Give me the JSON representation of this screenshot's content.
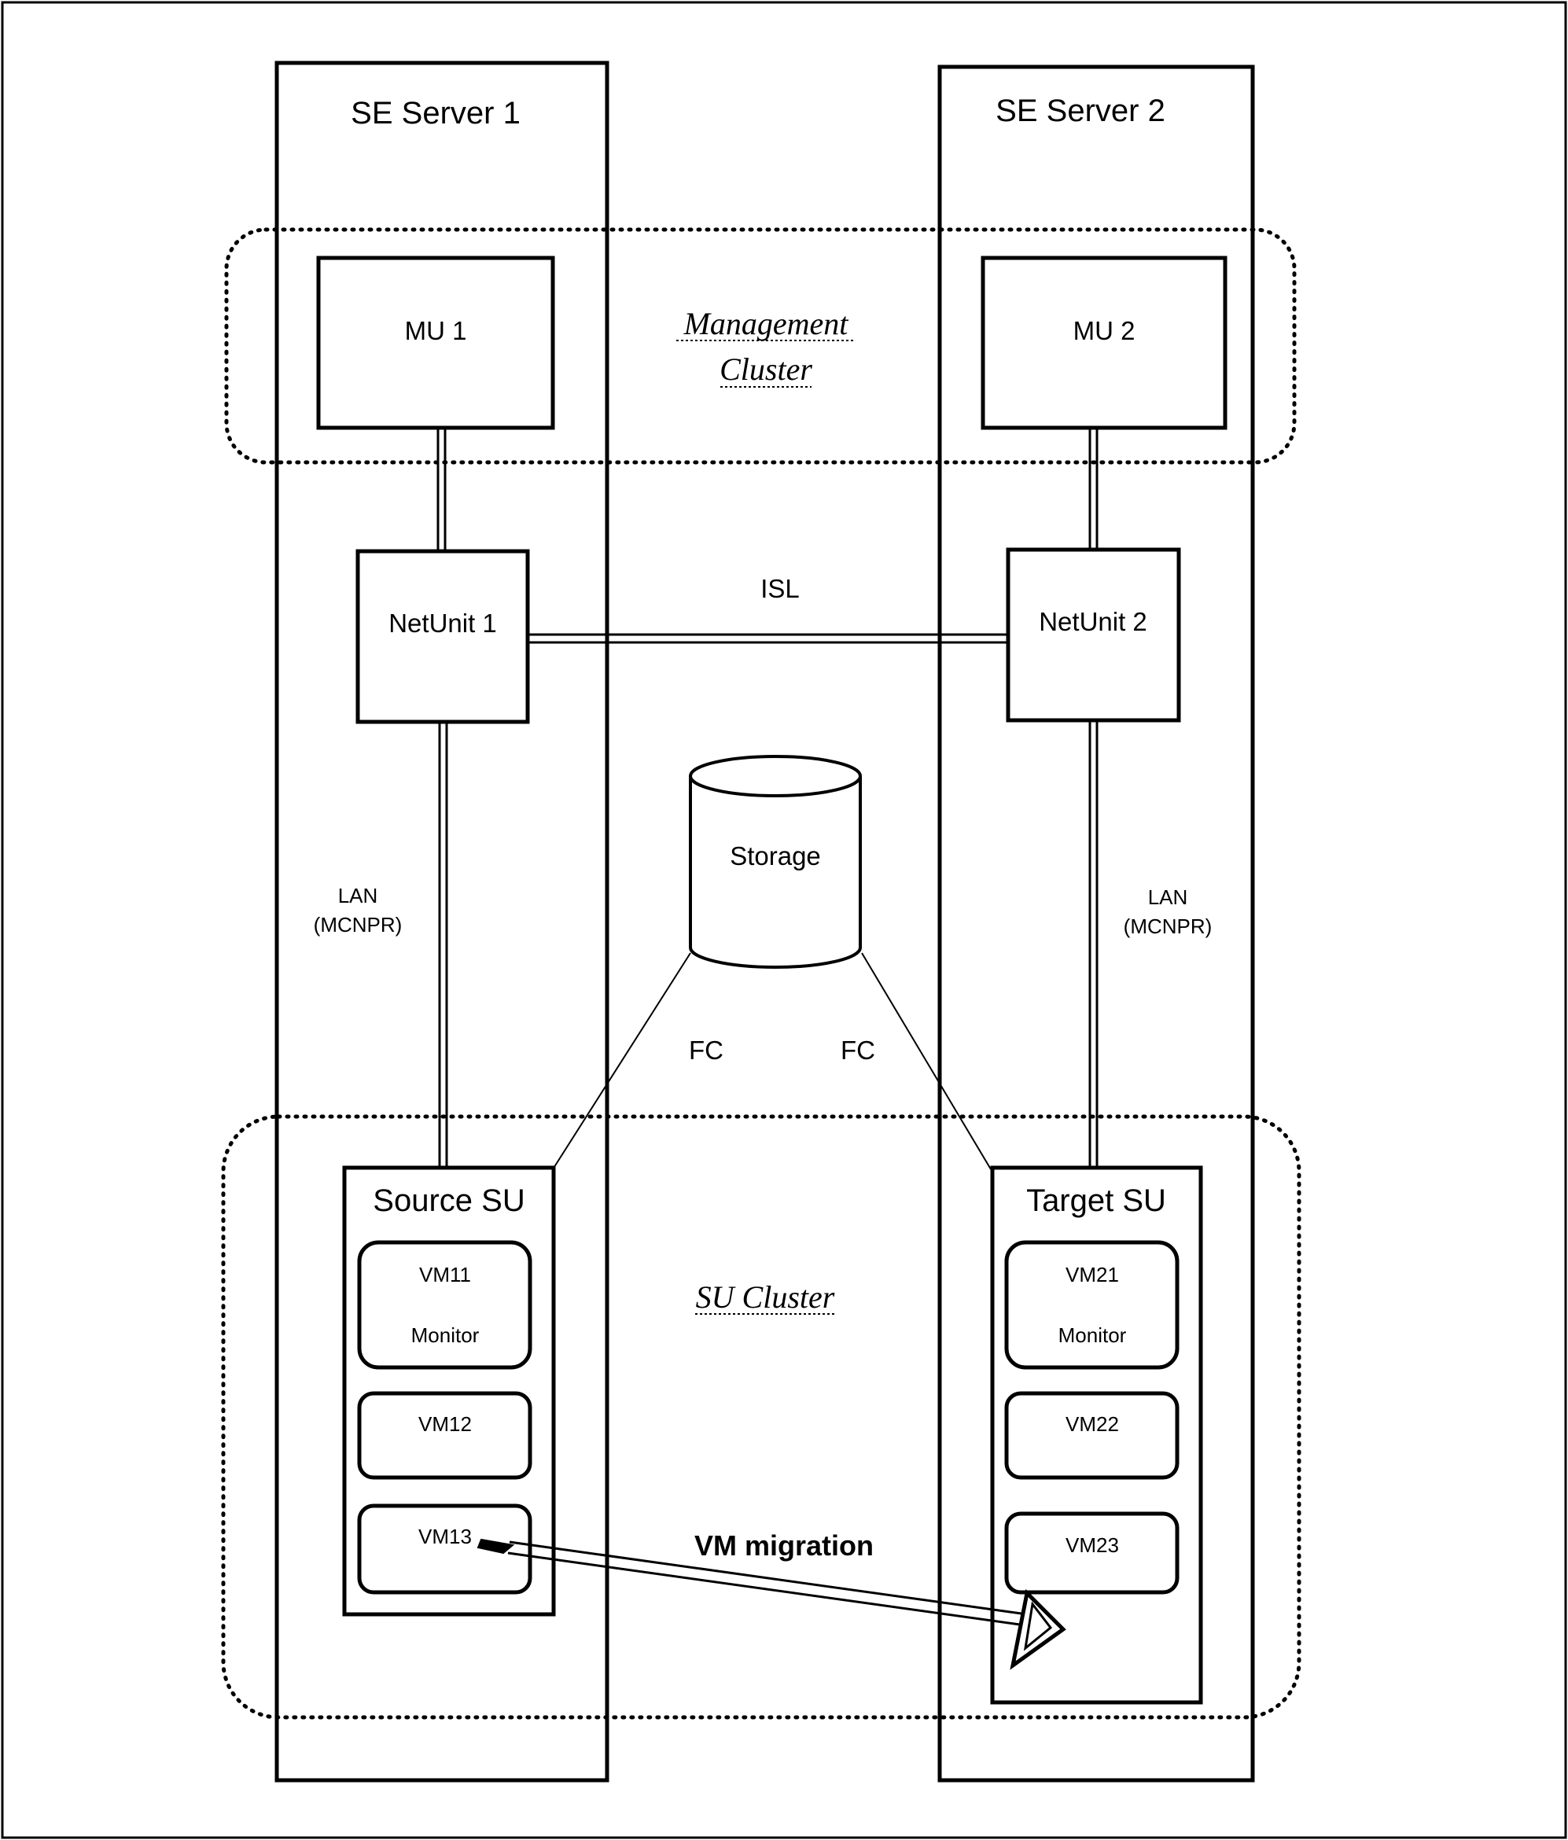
{
  "servers": [
    {
      "label": "SE Server 1"
    },
    {
      "label": "SE Server 2"
    }
  ],
  "management_cluster": {
    "line1": "Management",
    "line2": "Cluster"
  },
  "su_cluster": {
    "label": "SU Cluster"
  },
  "mu": [
    {
      "label": "MU 1"
    },
    {
      "label": "MU 2"
    }
  ],
  "netunits": [
    {
      "label": "NetUnit 1"
    },
    {
      "label": "NetUnit 2"
    }
  ],
  "isl": {
    "label": "ISL"
  },
  "lan": [
    {
      "line1": "LAN",
      "line2": "(MCNPR)"
    },
    {
      "line1": "LAN",
      "line2": "(MCNPR)"
    }
  ],
  "storage": {
    "label": "Storage"
  },
  "fc": [
    {
      "label": "FC"
    },
    {
      "label": "FC"
    }
  ],
  "source_su": {
    "label": "Source SU",
    "vms": [
      {
        "name": "VM11",
        "role": "Monitor"
      },
      {
        "name": "VM12",
        "role": ""
      },
      {
        "name": "VM13",
        "role": ""
      }
    ]
  },
  "target_su": {
    "label": "Target SU",
    "vms": [
      {
        "name": "VM21",
        "role": "Monitor"
      },
      {
        "name": "VM22",
        "role": ""
      },
      {
        "name": "VM23",
        "role": ""
      }
    ]
  },
  "migration": {
    "label": "VM migration"
  }
}
